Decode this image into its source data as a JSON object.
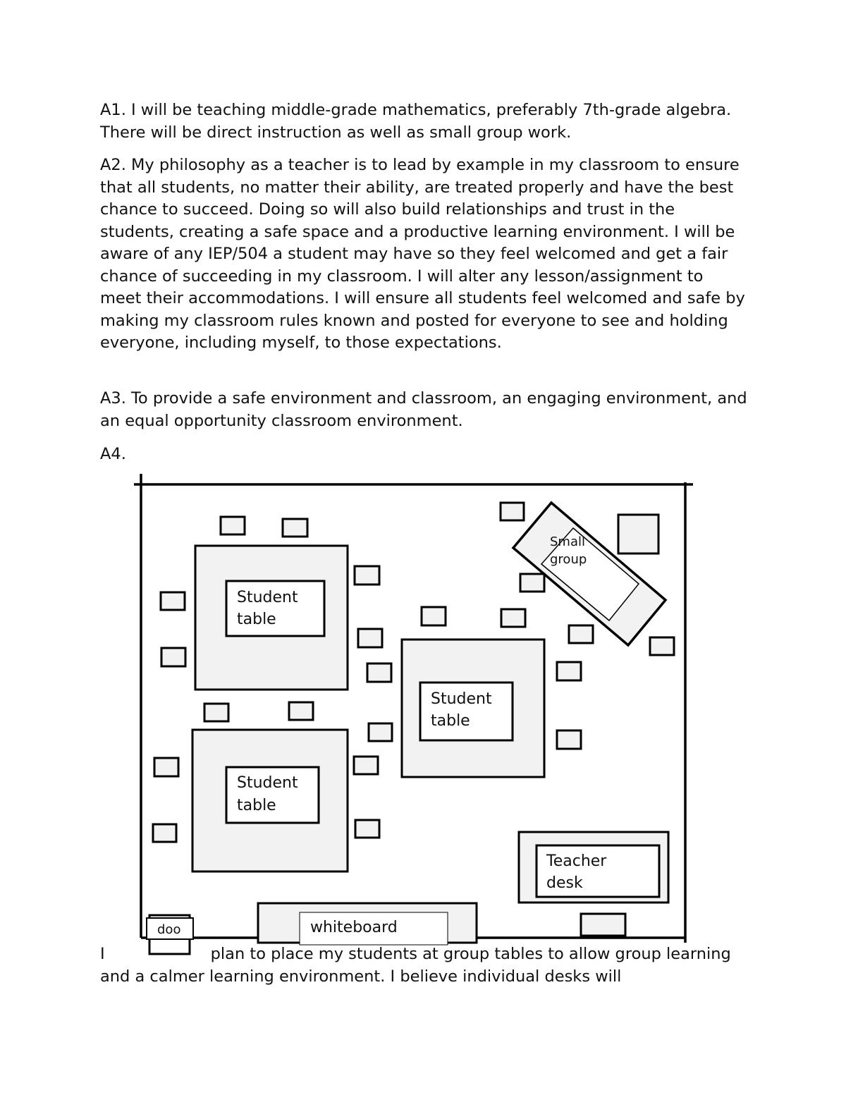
{
  "document": {
    "a1": "A1. I will be teaching middle-grade mathematics, preferably 7th-grade algebra. There will be direct instruction as well as small group work.",
    "a2": "A2. My philosophy as a teacher is to lead by example in my classroom to ensure that all students, no matter their ability, are treated properly and have the best chance to succeed. Doing so will also build relationships and trust in the students, creating a safe space and a productive learning environment. I will be aware of any IEP/504 a student may have so they feel welcomed and get a fair chance of succeeding in my classroom. I will alter any lesson/assignment to meet their accommodations. I will ensure all students feel welcomed and safe by making my classroom rules known and posted for everyone to see and holding everyone, including myself, to those expectations.",
    "a3": "A3. To provide a safe environment and classroom, an engaging environment, and an equal opportunity classroom environment.",
    "a4": "A4.",
    "closing_start": "I",
    "closing_rest": "plan to place my students at group tables to allow group learning and a calmer learning environment. I believe individual desks will"
  },
  "floor_plan": {
    "small_group_line1": "Small",
    "small_group_line2": "group",
    "table_line1": "Student",
    "table_line2": "table",
    "teacher_line1": "Teacher",
    "teacher_line2": "desk",
    "whiteboard": "whiteboard",
    "door": "doo"
  }
}
